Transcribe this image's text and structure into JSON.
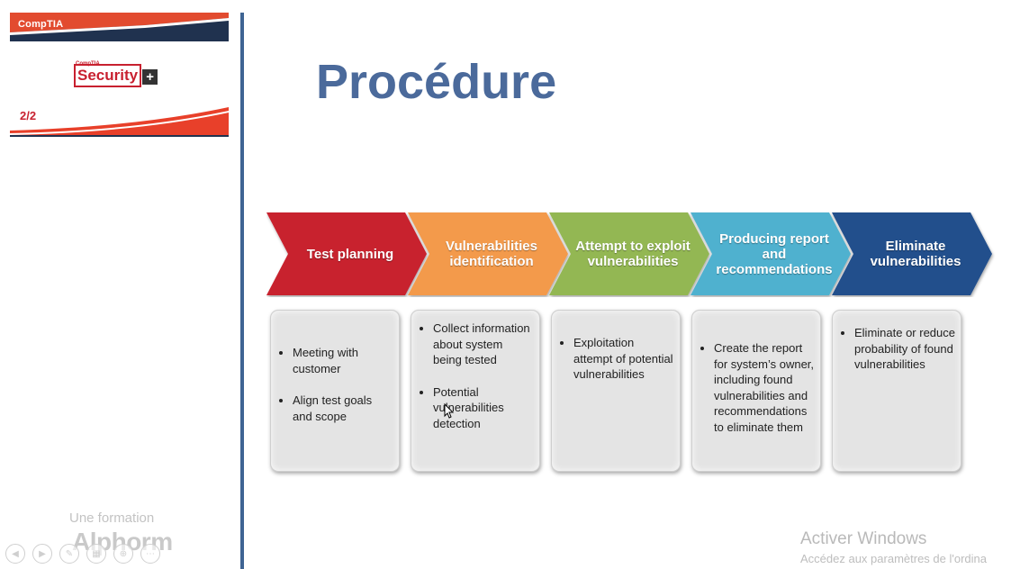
{
  "sidebar": {
    "brand_top": "CompTIA",
    "logo_small": "CompTIA",
    "logo_word": "Security",
    "logo_plus": "+",
    "slide_counter": "2/2",
    "formation_label": "Une formation",
    "brand_name": "Alphorm",
    "nav_icons": [
      "prev-icon",
      "play-icon",
      "pen-icon",
      "slides-icon",
      "zoom-icon",
      "more-icon"
    ]
  },
  "slide": {
    "title": "Procédure",
    "steps": [
      {
        "label": "Test planning",
        "color": "#c8202f",
        "items": [
          "Meeting with customer",
          "Align test goals and scope"
        ]
      },
      {
        "label": "Vulnerabilities identification",
        "color": "#f39a4c",
        "items": [
          "Collect information about system being tested",
          "Potential vulnerabilities detection"
        ]
      },
      {
        "label": "Attempt to exploit vulnerabilities",
        "color": "#93b753",
        "items": [
          "Exploitation attempt of potential vulnerabilities"
        ]
      },
      {
        "label": "Producing report and recommendations",
        "color": "#4fb1cf",
        "items": [
          "Create the report for system’s owner, including found vulnerabilities and recommendations to eliminate them"
        ]
      },
      {
        "label": "Eliminate vulnerabilities",
        "color": "#234f8c",
        "items": [
          "Eliminate or reduce probability of found vulnerabilities"
        ]
      }
    ]
  },
  "windows_watermark": {
    "title": "Activer Windows",
    "subtitle": "Accédez aux paramètres de l'ordina"
  }
}
